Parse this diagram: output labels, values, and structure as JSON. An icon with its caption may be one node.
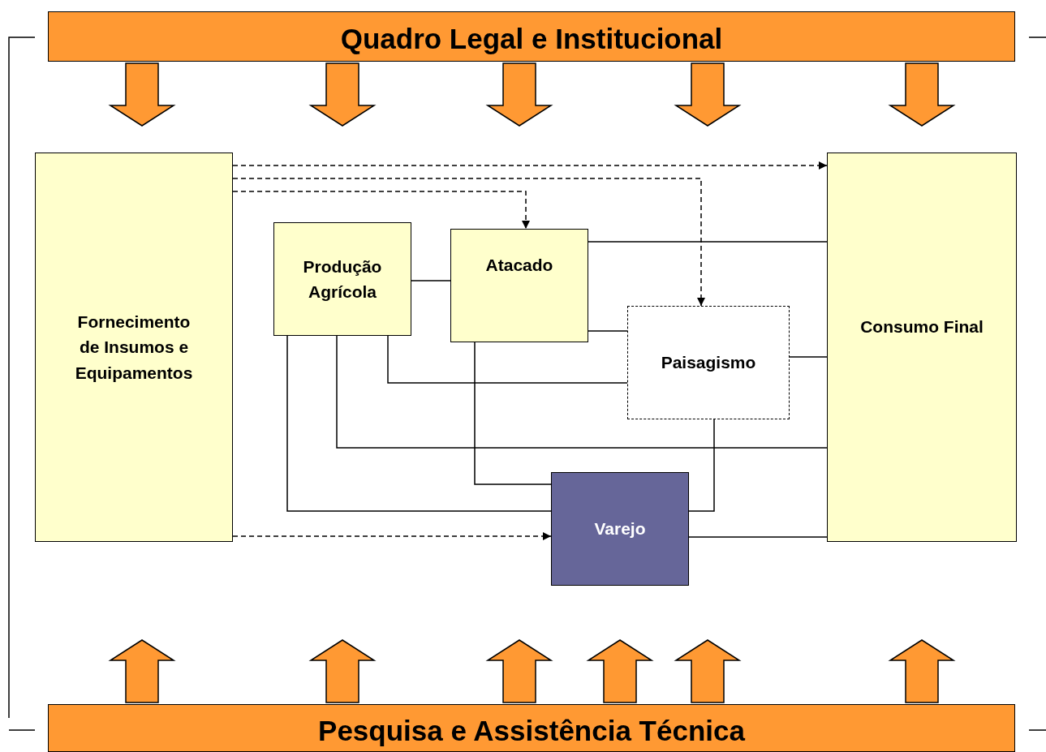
{
  "diagram": {
    "nodes": [
      {
        "text": [
          "Quadro Legal e Institucional"
        ]
      },
      {
        "text": [
          "Fornecimento de Insumos e Equipamentos"
        ]
      },
      {
        "text": [
          "Produção Agrícola"
        ]
      },
      {
        "text": [
          "Atacado"
        ]
      },
      {
        "text": [
          "Paisagismo"
        ]
      },
      {
        "text": [
          "Consumo Final"
        ]
      },
      {
        "text": [
          "Varejo"
        ]
      },
      {
        "text": [
          "Pesquisa e Assistência Técnica"
        ]
      }
    ],
    "edges": [
      {
        "from": 0,
        "to": null,
        "arrow": "to",
        "style": "thick",
        "color": "#ff9933"
      },
      {
        "from": 0,
        "to": null,
        "arrow": "to",
        "style": "thick",
        "color": "#ff9933"
      },
      {
        "from": 0,
        "to": null,
        "arrow": "to",
        "style": "thick",
        "color": "#ff9933"
      },
      {
        "from": 0,
        "to": null,
        "arrow": "to",
        "style": "thick",
        "color": "#ff9933"
      },
      {
        "from": 0,
        "to": null,
        "arrow": "to",
        "style": "thick",
        "color": "#ff9933"
      },
      {
        "from": 7,
        "to": null,
        "arrow": "to",
        "style": "thick",
        "color": "#ff9933"
      },
      {
        "from": 7,
        "to": null,
        "arrow": "to",
        "style": "thick",
        "color": "#ff9933"
      },
      {
        "from": 7,
        "to": null,
        "arrow": "to",
        "style": "thick",
        "color": "#ff9933"
      },
      {
        "from": 7,
        "to": null,
        "arrow": "to",
        "style": "thick",
        "color": "#ff9933"
      },
      {
        "from": 7,
        "to": null,
        "arrow": "to",
        "style": "thick",
        "color": "#ff9933"
      },
      {
        "from": 7,
        "to": null,
        "arrow": "to",
        "style": "thick",
        "color": "#ff9933"
      },
      {
        "from": 1,
        "to": 5,
        "arrow": "to",
        "style": "dashed"
      },
      {
        "from": 1,
        "to": 4,
        "arrow": "to",
        "style": "dashed"
      },
      {
        "from": 1,
        "to": 3,
        "arrow": "to",
        "style": "dashed"
      },
      {
        "from": 1,
        "to": 6,
        "arrow": "to",
        "style": "dashed"
      },
      {
        "from": 2,
        "to": 3,
        "arrow": "none"
      },
      {
        "from": 3,
        "to": 5,
        "arrow": "none"
      },
      {
        "from": 3,
        "to": 4,
        "arrow": "none"
      },
      {
        "from": 4,
        "to": 5,
        "arrow": "none"
      },
      {
        "from": 2,
        "to": 4,
        "arrow": "none"
      },
      {
        "from": 2,
        "to": 5,
        "arrow": "none"
      },
      {
        "from": 2,
        "to": 6,
        "arrow": "none"
      },
      {
        "from": 3,
        "to": 6,
        "arrow": "none"
      },
      {
        "from": 4,
        "to": 6,
        "arrow": "none"
      },
      {
        "from": 6,
        "to": 5,
        "arrow": "none"
      }
    ]
  }
}
